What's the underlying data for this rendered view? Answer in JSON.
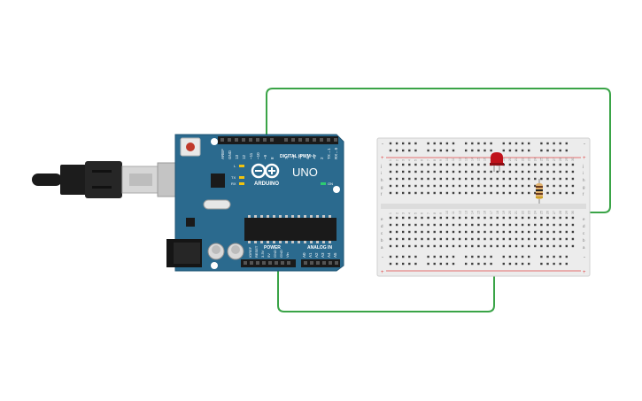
{
  "board": {
    "brand": "ARDUINO",
    "model": "UNO",
    "digital_header": "DIGITAL (PWM~)",
    "analog_header": "ANALOG IN",
    "power_header": "POWER",
    "on_label": "ON",
    "l_label": "L",
    "tx_label": "TX",
    "rx_label": "RX",
    "digital_pins": [
      "AREF",
      "GND",
      "13",
      "12",
      "~11",
      "~10",
      "~9",
      "8",
      "7",
      "~6",
      "~5",
      "4",
      "~3",
      "2",
      "TX→1",
      "RX←0"
    ],
    "power_pins": [
      "IOREF",
      "RESET",
      "3.3V",
      "5V",
      "GND",
      "GND",
      "Vin"
    ],
    "analog_pins": [
      "A0",
      "A1",
      "A2",
      "A3",
      "A4",
      "A5"
    ],
    "board_color": "#2b6a8e"
  },
  "breadboard": {
    "row_letters_top": [
      "j",
      "i",
      "h",
      "g",
      "f"
    ],
    "row_letters_bottom": [
      "e",
      "d",
      "c",
      "b",
      "a"
    ],
    "column_numbers": [
      "1",
      "2",
      "3",
      "4",
      "5",
      "6",
      "7",
      "8",
      "9",
      "10",
      "11",
      "12",
      "13",
      "14",
      "15",
      "16",
      "17",
      "18",
      "19",
      "20",
      "21",
      "22",
      "23",
      "24",
      "25",
      "26",
      "27",
      "28",
      "29",
      "30"
    ],
    "rail_plus": "+",
    "rail_minus": "-"
  },
  "components": {
    "led_color": "#c0121b",
    "resistor_color": "#e2b36e",
    "wire_color": "#3aa447"
  }
}
